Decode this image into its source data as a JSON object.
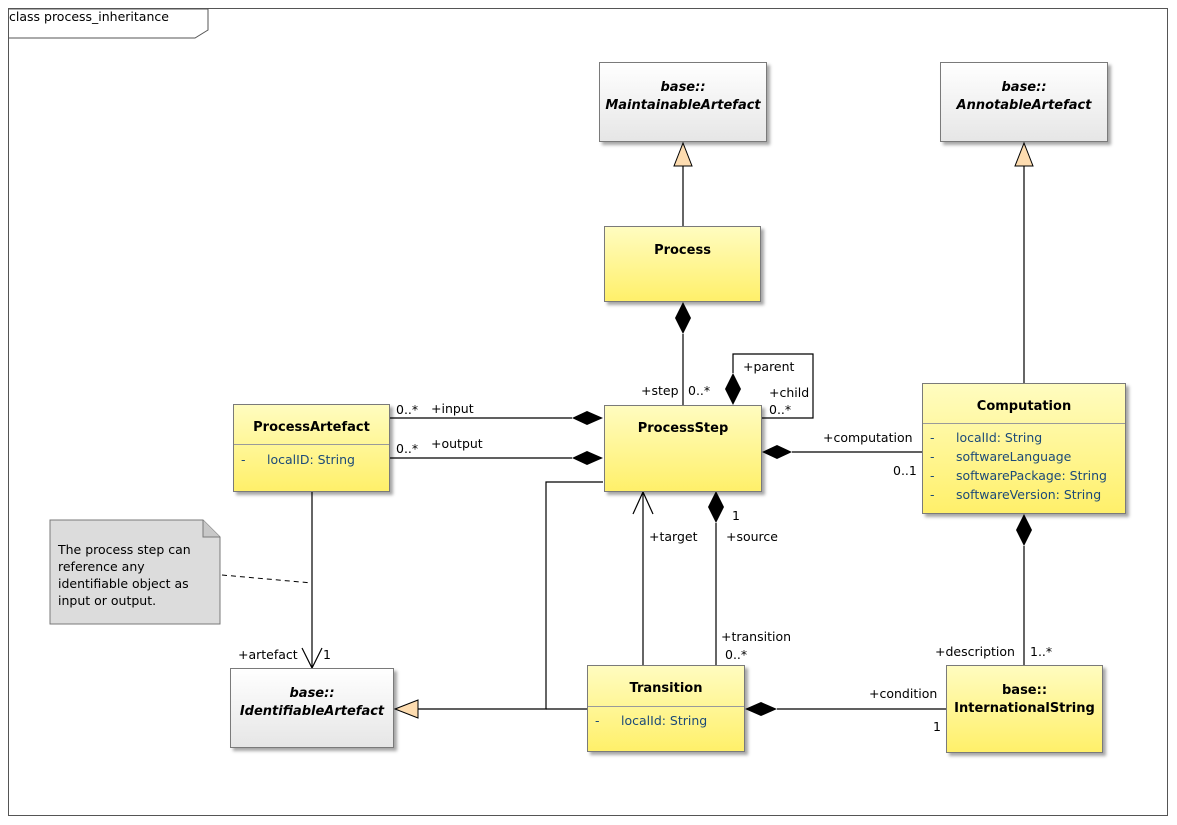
{
  "frame": {
    "title": "class process_inheritance"
  },
  "classes": {
    "maintainable": {
      "line1": "base::",
      "line2": "MaintainableArtefact"
    },
    "annotable": {
      "line1": "base::",
      "line2": "AnnotableArtefact"
    },
    "process": {
      "name": "Process"
    },
    "process_step": {
      "name": "ProcessStep"
    },
    "computation": {
      "name": "Computation",
      "attributes": [
        {
          "vis": "-",
          "text": "localId: String"
        },
        {
          "vis": "-",
          "text": "softwareLanguage"
        },
        {
          "vis": "-",
          "text": "softwarePackage: String"
        },
        {
          "vis": "-",
          "text": "softwareVersion: String"
        }
      ]
    },
    "process_artefact": {
      "name": "ProcessArtefact",
      "attributes": [
        {
          "vis": "-",
          "text": "localID: String"
        }
      ]
    },
    "identifiable": {
      "line1": "base::",
      "line2": "IdentifiableArtefact"
    },
    "transition": {
      "name": "Transition",
      "attributes": [
        {
          "vis": "-",
          "text": "localId: String"
        }
      ]
    },
    "international_string": {
      "line1": "base::",
      "line2": "InternationalString"
    }
  },
  "note": {
    "text": "The process step can reference any identifiable object as input or output."
  },
  "labels": {
    "step_role": "+step",
    "step_mult": "0..*",
    "parent_role": "+parent",
    "child_role": "+child",
    "child_mult": "0..*",
    "input_mult": "0..*",
    "input_role": "+input",
    "output_mult": "0..*",
    "output_role": "+output",
    "computation_role": "+computation",
    "computation_mult": "0..1",
    "target_role": "+target",
    "source_mult": "1",
    "source_role": "+source",
    "transition_role": "+transition",
    "transition_mult": "0..*",
    "artefact_role": "+artefact",
    "artefact_mult": "1",
    "description_role": "+description",
    "description_mult": "1..*",
    "condition_role": "+condition",
    "condition_mult": "1"
  },
  "colors": {
    "class_fill": "#fff06a",
    "abstract_fill": "#e6e6e6",
    "generalization_arrow": "#fddcb0",
    "note_fill": "#dcdcdc"
  }
}
